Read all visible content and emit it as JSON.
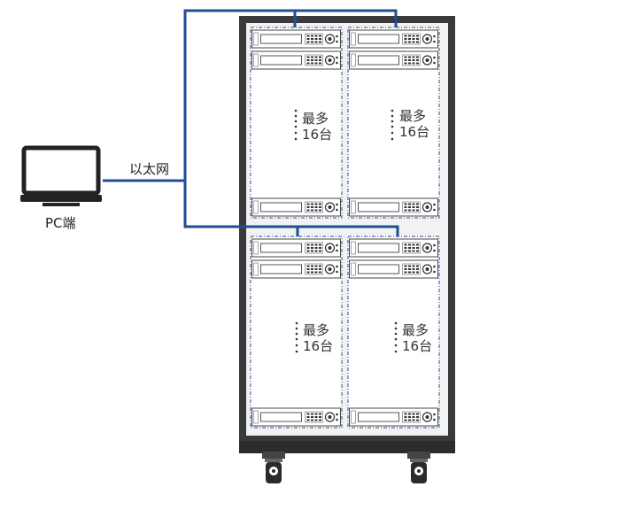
{
  "pc": {
    "label": "PC端"
  },
  "network": {
    "label": "以太网"
  },
  "colors": {
    "link": "#1f4e96",
    "cabinet": "#333333",
    "cabinet_inner": "#f2f2f2",
    "slot_border": "#1f4e96"
  },
  "groups": [
    {
      "max_line1": "最多",
      "max_line2": "16台"
    },
    {
      "max_line1": "最多",
      "max_line2": "16台"
    },
    {
      "max_line1": "最多",
      "max_line2": "16台"
    },
    {
      "max_line1": "最多",
      "max_line2": "16台"
    }
  ]
}
